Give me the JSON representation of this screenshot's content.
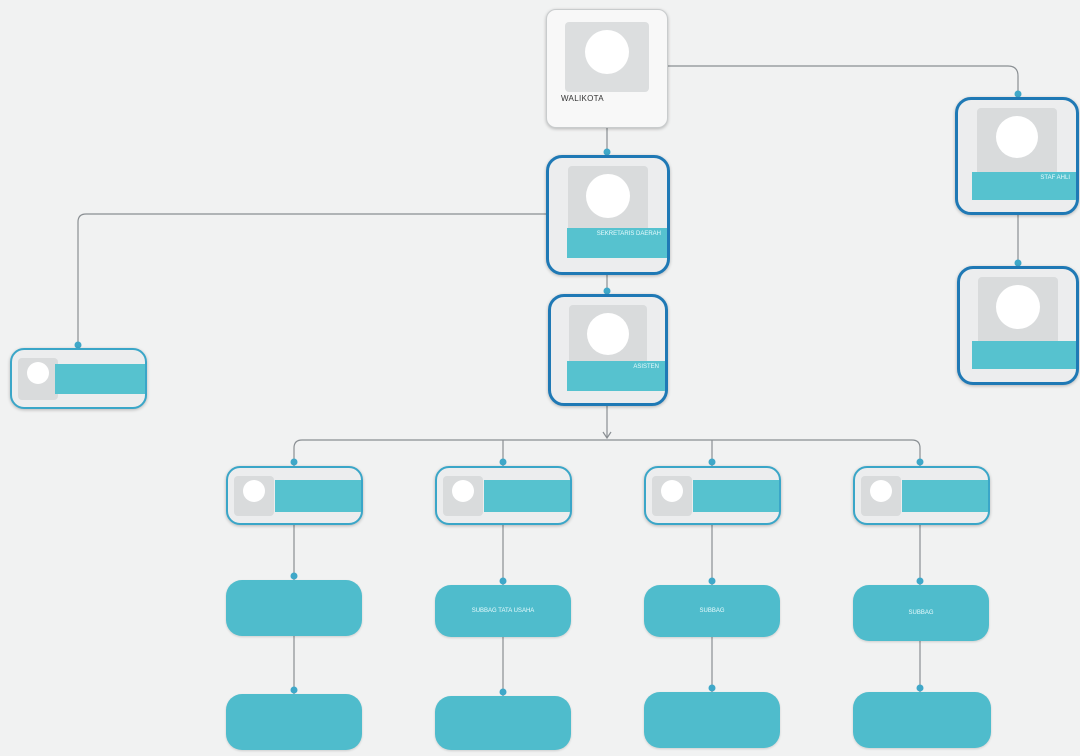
{
  "org_chart": {
    "walikota": {
      "label": "WALIKOTA"
    },
    "staf_ahli": {
      "label": "STAF AHLI"
    },
    "staf_ahli_sub": {
      "label": ""
    },
    "sekda": {
      "label": "SEKRETARIS DAERAH"
    },
    "asisten": {
      "label": "ASISTEN"
    },
    "kabag_left": {
      "label": ""
    },
    "kabag_1": {
      "label": ""
    },
    "kabag_2": {
      "label": ""
    },
    "kabag_3": {
      "label": ""
    },
    "kabag_4": {
      "label": ""
    },
    "subbag_1a": {
      "label": ""
    },
    "subbag_2a": {
      "label": "SUBBAG TATA USAHA"
    },
    "subbag_3a": {
      "label": "SUBBAG"
    },
    "subbag_4a": {
      "label": "SUBBAG"
    },
    "subbag_1b": {
      "label": ""
    },
    "subbag_2b": {
      "label": ""
    },
    "subbag_3b": {
      "label": ""
    },
    "subbag_4b": {
      "label": ""
    }
  },
  "colors": {
    "card_border": "#1f79b5",
    "card_border_light": "#3aa6c8",
    "label_band": "#56c2cf",
    "pill": "#4fbccc",
    "connector": "#8a8f93",
    "connector_dot": "#3fa8c9"
  }
}
